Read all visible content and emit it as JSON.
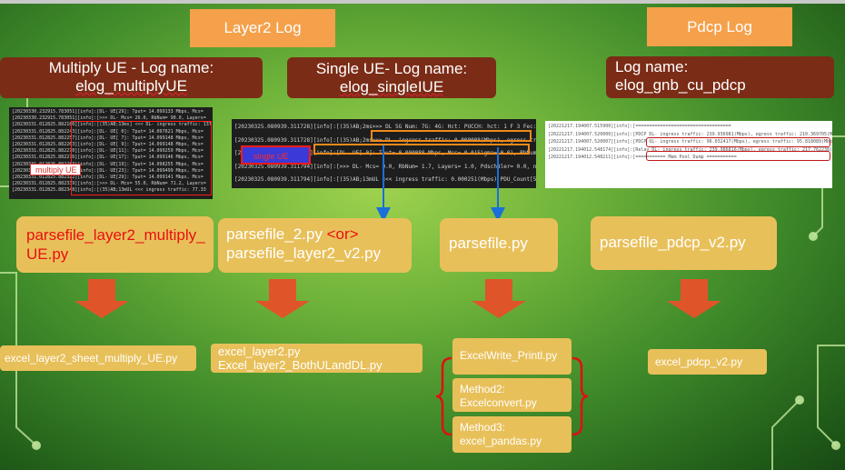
{
  "headers": {
    "layer2": "Layer2 Log",
    "pdcp": "Pdcp Log"
  },
  "log_names": {
    "multiply": {
      "line1": "Multiply UE - Log name:",
      "line2": "elog_multiplyUE"
    },
    "single": {
      "line1": "Single UE- Log name:",
      "line2": "elog_singleIUE"
    },
    "pdcp": {
      "line1": "Log name:",
      "line2": "elog_gnb_cu_pdcp"
    }
  },
  "parsers": {
    "multiply": "parsefile_layer2_multiply_UE.py",
    "layer2_a": "parsefile_2.py ",
    "layer2_or": "<or>",
    "layer2_b": "parsefile_layer2_v2.py",
    "single": "parsefile.py",
    "pdcp": "parsefile_pdcp_v2.py"
  },
  "outputs": {
    "multiply": "excel_layer2_sheet_multiply_UE.py",
    "layer2_line1": "excel_layer2.py",
    "layer2_line2": "Excel_layer2_BothULandDL.py",
    "method1": "ExcelWrite_Printl.py",
    "method2_line1": "Method2:",
    "method2_line2": "Excelconvert.py",
    "method3_line1": "Method3:",
    "method3_line2": "excel_pandas.py",
    "pdcp": "excel_pdcp_v2.py"
  },
  "screenshots": {
    "multiply_label": "multiply UE",
    "multiply_lines": [
      "[20230330.232915.783051][info]:[DL- UE[29]:  Tput=   14.099133 Mbps, Mcs=",
      "[20230330.232915.783051][info]:[>>> DL- Mcs= 26.0, RbNum= 90.0, Layers=",
      "[20230331.012825.882186][info]:[(35)AB;13ms] <<< DL- ingress traffic: 137.5",
      "[20230331.012825.882243][info]:[DL- UE[ 0]:  Tput=   14.097621 Mbps, Mcs=",
      "[20230331.012825.882257][info]:[DL- UE[ 7]:  Tput=   14.099148 Mbps, Mcs=",
      "[20230331.012825.882263][info]:[DL- UE[ 9]:  Tput=   14.099148 Mbps, Mcs=",
      "[20230331.012825.882270][info]:[DL- UE[11]:  Tput=   14.099259 Mbps, Mcs=",
      "[20230331.012825.882276][info]:[DL- UE[17]:  Tput=   14.099146 Mbps, Mcs=",
      "[20230331.012825.882283][info]:[DL- UE[19]:  Tput=   14.098255 Mbps, Mcs=",
      "[20230331.012825.882289][info]:[DL- UE[23]:  Tput=   14.099499 Mbps, Mcs=",
      "[20230331.012825.882322][info]:[DL- UE[29]:  Tput=   14.099141 Mbps, Mcs=",
      "[20230331.012825.882339][info]:[>>> DL- Mcs= 55.0, RbNum= 71.2, Layers=",
      "[20230331.012825.882348][info]:[(35)AB;13mUL <<< ingress traffic: 77.33"
    ],
    "single_label": "single UE",
    "single_lines": [
      "[20230325.080939.311728][info]:[(35)AB;2ms>>> DL 5G Num: 7G: 4G: Hct: PUCCH: hct: 1 F 3 Fec: 15081: Frek: 102",
      "[20230325.080939.311728][info]:[(35)AB;2ms>>> DL- ingress traffic: 0.000008(Mbps), egress traffic:",
      "[20230325.080939.311728][info]:[DL- UE[ 0]: Tput=    0.000088 Mbps, Mcs= 0.0(Sigma= 0.0), RbNum=  1.0",
      "[20230325.080939.311794][info]:[>>> DL- Mcs= 0.0, RbNum=  1.7, Layers= 1.0, PdschBler=  0.0, ncmRv",
      "[20230325.080939.311794][info]:[(35)AB;13mUL <<< ingress traffic: 0.000251(Mbps) PDU_Count[5], egress"
    ],
    "pdcp_lines": [
      "[20221217.194007.515900][info]:[===================================",
      "[20221217.194007.520000][info]:[PDCP DL- ingress traffic: 239.936981(Mbps), egress traffic: 210.369705(Mbps)",
      "[20221217.194007.520007][info]:[PDCP UL- ingress traffic: 96.032417(Mbps), egress traffic: 95.818089(Mbps)",
      "[20221217.194012.548174][info]:[Relay DL- ingress traffic: 239.986816(Mbps), egress traffic: 217.762238(Mbps)",
      "[20221217.194012.548211][info]:[=========== Mem Pool Dump ==========="
    ]
  },
  "colors": {
    "header_orange": "#f5a04a",
    "logname_brown": "#7b2c16",
    "box_yellow": "#e8c05a",
    "arrow_orange": "#e0542a",
    "bracket_red": "#e01010",
    "connector_blue": "#1a6fd8",
    "highlight_red": "#ff1a1a"
  }
}
